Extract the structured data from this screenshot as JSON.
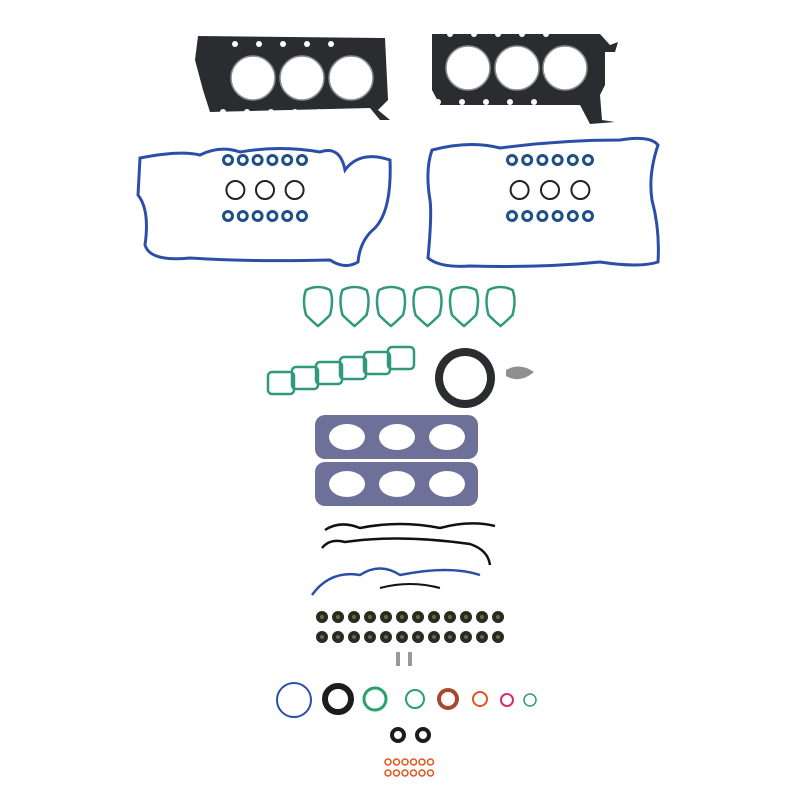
{
  "colors": {
    "background": "#ffffff",
    "head_gasket": "#2a2c30",
    "valve_cover_gasket": "#2b4fa8",
    "spark_plug_seal": "#1f4f86",
    "intake_gasket": "#2f9a7a",
    "exhaust_gasket": "#6d7099",
    "black_seal": "#1c1c1c",
    "orange_ring": "#e0541e",
    "pink_ring": "#d0306a",
    "green_ring": "#2aa06a",
    "brown_seal": "#a8482a"
  },
  "parts": {
    "head_gaskets": 2,
    "valve_cover_gaskets": 2,
    "intake_gaskets": 6,
    "exhaust_manifold_gaskets": 2,
    "valve_stem_seals": 24,
    "small_o_rings": 12
  }
}
